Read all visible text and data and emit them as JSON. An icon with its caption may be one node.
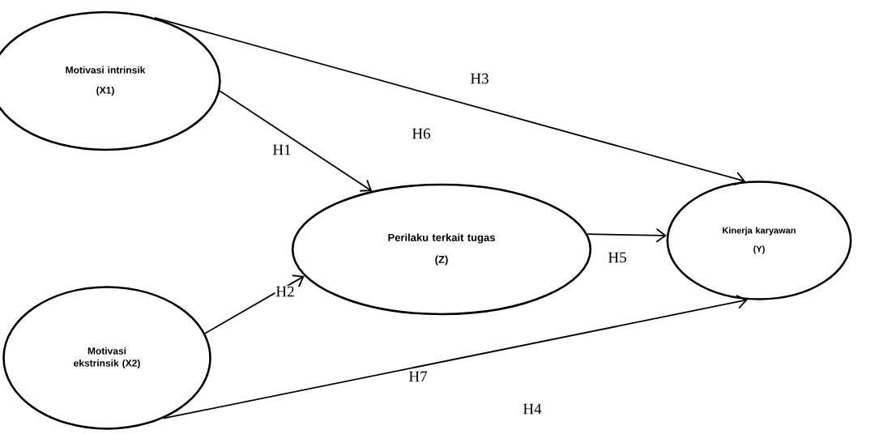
{
  "diagram": {
    "nodes": [
      {
        "text": [
          "Motivasi intrinsik",
          "(X1)"
        ]
      },
      {
        "text": [
          "Motivasi ekstrinsik (X2)"
        ]
      },
      {
        "text": [
          "Perilaku terkait tugas",
          "(Z)"
        ]
      },
      {
        "text": [
          "Kinerja karyawan",
          "(Y)"
        ]
      }
    ],
    "edges": [
      {
        "from": 0,
        "to": 3,
        "arrow": "to",
        "label": "H3"
      },
      {
        "from": 0,
        "to": 2,
        "arrow": "to",
        "label": "H1"
      },
      {
        "from": 1,
        "to": 2,
        "arrow": "to",
        "label": "H2"
      },
      {
        "from": 2,
        "to": 3,
        "arrow": "to",
        "label": "H5"
      },
      {
        "from": 1,
        "to": 3,
        "arrow": "to",
        "label": "H4"
      }
    ],
    "labels": [
      "H6",
      "H7"
    ]
  }
}
